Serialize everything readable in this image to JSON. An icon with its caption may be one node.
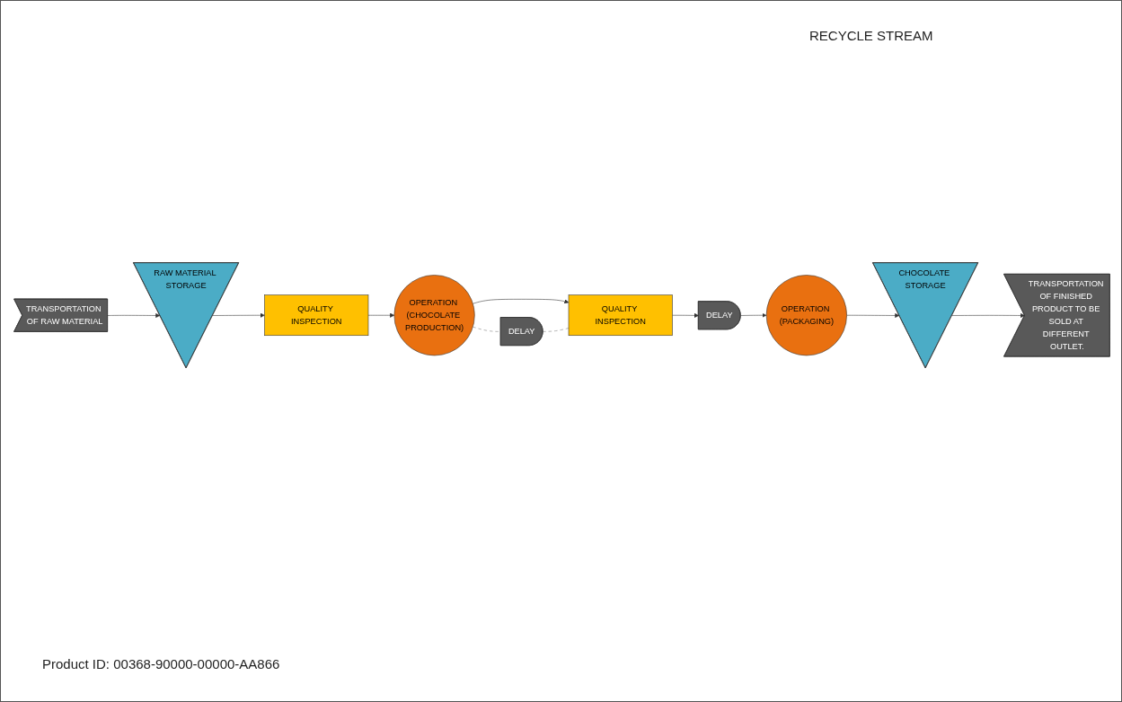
{
  "diagram": {
    "nodes": [
      {
        "text": [
          "DELAY"
        ]
      },
      {
        "text": [
          "TRANSPORTATION OF RAW MATERIAL"
        ]
      },
      {
        "text": [
          "RAW MATERIAL STORAGE"
        ]
      },
      {
        "text": [
          "QUALITY INSPECTION"
        ]
      },
      {
        "text": [
          "OPERATION (CHOCOLATE PRODUCTION)"
        ]
      },
      {
        "text": [
          "QUALITY INSPECTION"
        ]
      },
      {
        "text": [
          "DELAY"
        ]
      },
      {
        "text": [
          "TRANSPORTATION OF FINISHED PRODUCT TO BE SOLD AT DIFFERENT OUTLET."
        ]
      },
      {
        "text": [
          "CHOCOLATE STORAGE"
        ]
      },
      {
        "text": [
          "OPERATION (PACKAGING)"
        ]
      }
    ],
    "edges": [
      {
        "from": 1,
        "to": 2,
        "arrow": "to"
      },
      {
        "from": 2,
        "to": 3,
        "arrow": "to"
      },
      {
        "from": 3,
        "to": 4,
        "arrow": "to"
      },
      {
        "from": 4,
        "to": 5,
        "arrow": "to"
      },
      {
        "from": 5,
        "to": 6,
        "arrow": "to"
      },
      {
        "from": 6,
        "to": 9,
        "arrow": "to"
      },
      {
        "from": 9,
        "to": 8,
        "arrow": "to"
      },
      {
        "from": 8,
        "to": 7,
        "arrow": "to"
      },
      {
        "from": 4,
        "to": 0,
        "arrow": "none",
        "style": "dashed",
        "color": "#7f7f7f"
      },
      {
        "from": 0,
        "to": 5,
        "arrow": "none",
        "style": "dashed",
        "color": "#7f7f7f"
      }
    ],
    "labels": [
      "RECYCLE STREAM",
      "Product ID: 00368-90000-00000-AA866"
    ]
  }
}
